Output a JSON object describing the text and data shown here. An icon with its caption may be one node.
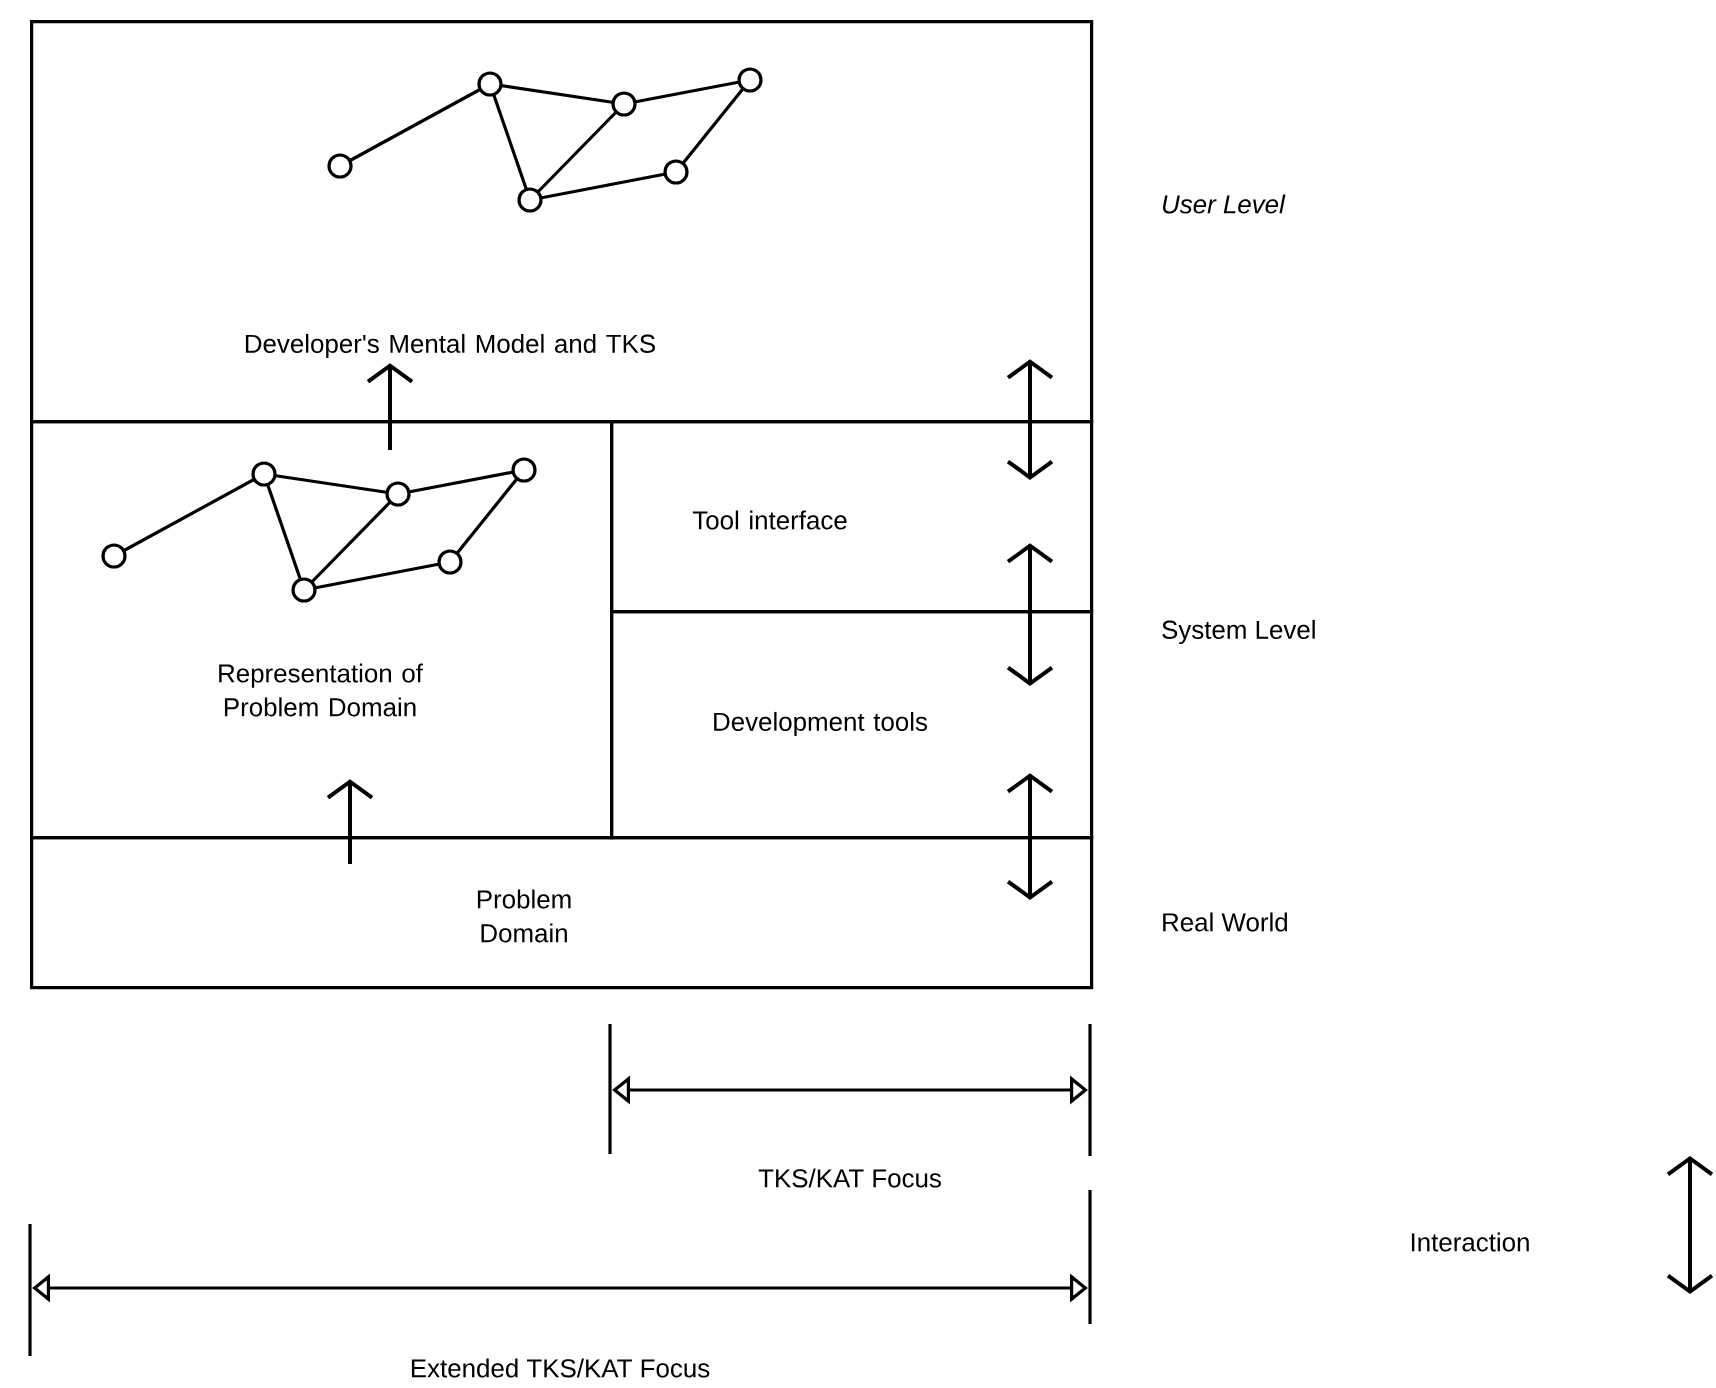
{
  "diagram": {
    "nodes": [
      {
        "text": [
          "Developer's Mental Model and TKS"
        ]
      },
      {
        "text": [
          "Representation of Problem Domain"
        ]
      },
      {
        "text": [
          "Tool interface"
        ]
      },
      {
        "text": [
          "Development tools"
        ]
      },
      {
        "text": [
          "Problem Domain"
        ]
      }
    ],
    "edges": [
      {
        "from": 1,
        "to": 0,
        "arrow": "to"
      },
      {
        "from": 4,
        "to": 1,
        "arrow": "to"
      },
      {
        "from": 0,
        "to": 2,
        "arrow": "both"
      },
      {
        "from": 2,
        "to": 3,
        "arrow": "both"
      },
      {
        "from": 3,
        "to": 4,
        "arrow": "both"
      }
    ],
    "labels": [
      "User Level",
      "System Level",
      "Real World",
      "TKS/KAT Focus",
      "Extended TKS/KAT Focus"
    ],
    "legend": [
      {
        "text": "Interaction"
      }
    ]
  }
}
